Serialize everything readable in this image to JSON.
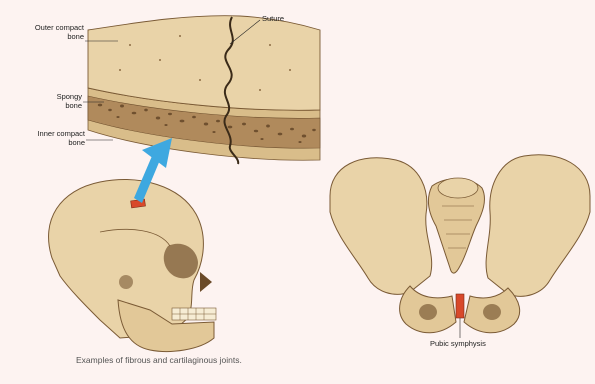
{
  "labels": {
    "outer_compact_line1": "Outer compact",
    "outer_compact_line2": "bone",
    "suture": "Suture",
    "spongy_line1": "Spongy",
    "spongy_line2": "bone",
    "inner_compact_line1": "Inner compact",
    "inner_compact_line2": "bone",
    "pubic_symphysis": "Pubic symphysis"
  },
  "caption": "Examples of fibrous and cartilaginous joints.",
  "colors": {
    "background": "#fdf3f1",
    "bone": "#e9d3a8",
    "bone_shadow": "#c9a873",
    "spongy": "#b58f63",
    "arrow": "#3ea8e0",
    "joint_red": "#d8492b"
  }
}
